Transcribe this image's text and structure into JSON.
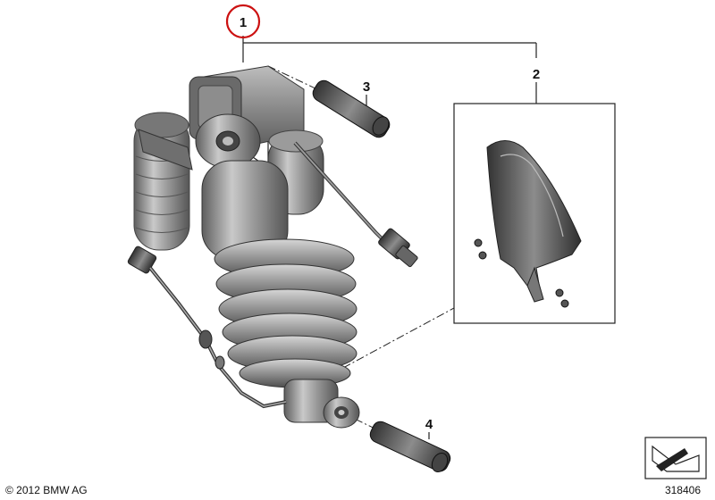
{
  "callouts": {
    "part_1": "1",
    "part_2": "2",
    "part_3": "3",
    "part_4": "4"
  },
  "footer": {
    "copyright": "© 2012 BMW AG",
    "diagram_number": "318406"
  },
  "colors": {
    "highlight_circle": "#cc1111",
    "part_gray": "#8a8a8a",
    "line": "#222222"
  },
  "icons": {
    "corner_icon": "view-direction-arrow-icon"
  }
}
